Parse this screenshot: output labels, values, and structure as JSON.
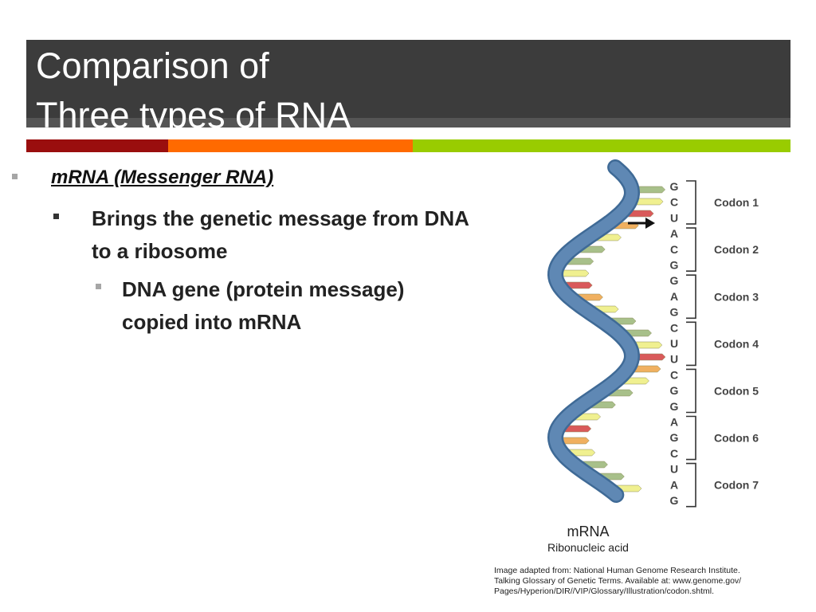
{
  "title": {
    "line1": "Comparison of",
    "line2": "Three types of RNA"
  },
  "content": {
    "level1": "mRNA (Messenger RNA)",
    "level2": "Brings the genetic message from DNA to a ribosome",
    "level3": "DNA gene (protein message) copied into mRNA"
  },
  "figure": {
    "bases": [
      "G",
      "C",
      "U",
      "A",
      "C",
      "G",
      "G",
      "A",
      "G",
      "C",
      "U",
      "U",
      "C",
      "G",
      "G",
      "A",
      "G",
      "C",
      "U",
      "A",
      "G"
    ],
    "codons": [
      "Codon 1",
      "Codon 2",
      "Codon 3",
      "Codon 4",
      "Codon 5",
      "Codon 6",
      "Codon 7"
    ],
    "label_main": "mRNA",
    "label_sub": "Ribonucleic acid",
    "colors": {
      "strand": "#5f88b4",
      "strand_dark": "#3f6a96",
      "rung_green": "#a8c08a",
      "rung_yellow": "#f0f090",
      "rung_orange": "#f0b060",
      "rung_red": "#d95a5a"
    }
  },
  "caption": {
    "line1": "Image adapted from: National Human Genome Research Institute.",
    "line2": "Talking Glossary of Genetic Terms. Available at: www.genome.gov/",
    "line3": "Pages/Hyperion/DIR//VIP/Glossary/Illustration/codon.shtml."
  },
  "theme": {
    "title_bg": "#3c3c3c",
    "band_red": "#9a0e0e",
    "band_orange": "#ff6a00",
    "band_green": "#99cc00"
  }
}
